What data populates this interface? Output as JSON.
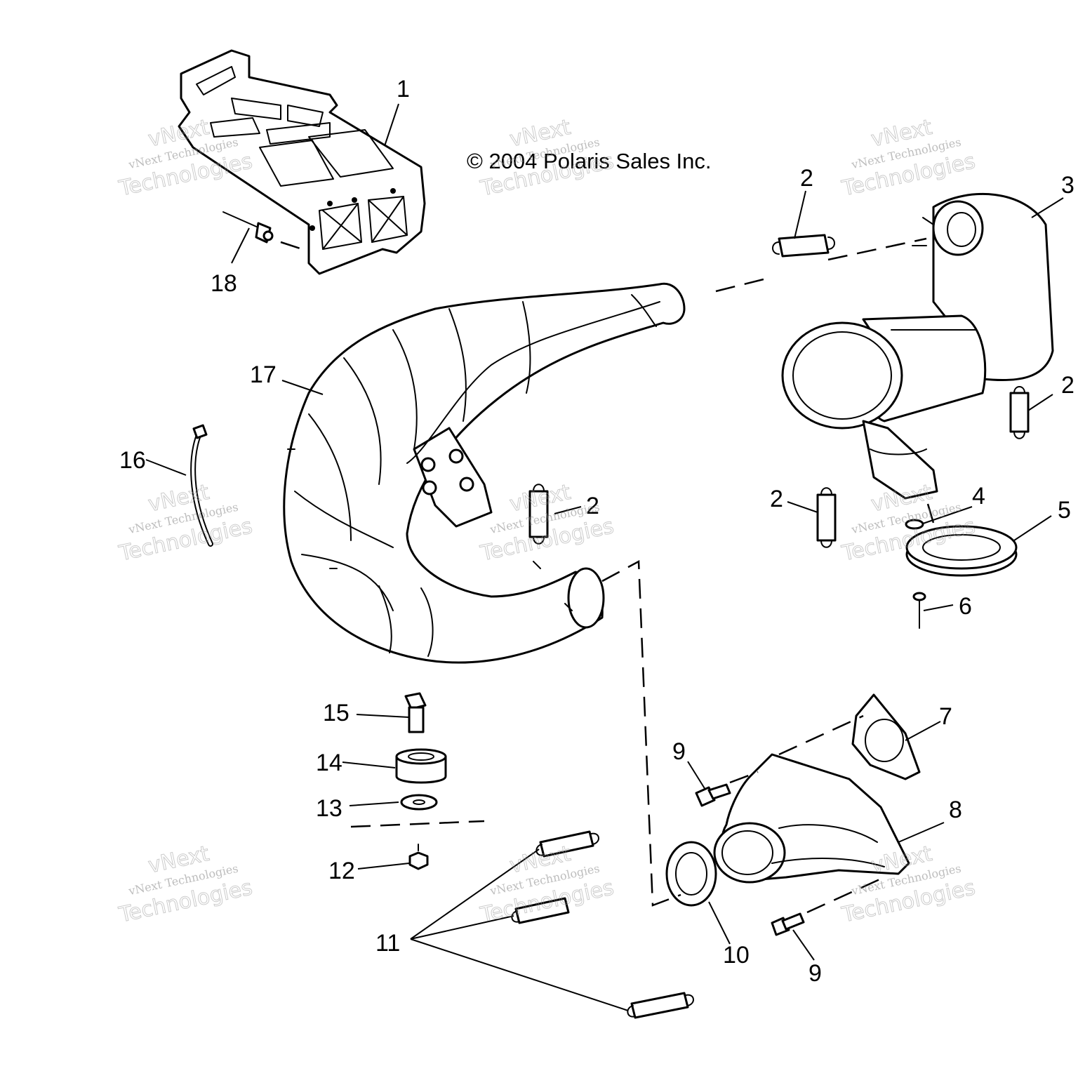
{
  "copyright": "© 2004 Polaris Sales Inc.",
  "watermark": {
    "line1": "vNext",
    "line2": "vNext Technologies",
    "line3": "Technologies"
  },
  "callouts": {
    "c1": "1",
    "c2a": "2",
    "c2b": "2",
    "c2c": "2",
    "c2d": "2",
    "c3": "3",
    "c4": "4",
    "c5": "5",
    "c6": "6",
    "c7": "7",
    "c8": "8",
    "c9a": "9",
    "c9b": "9",
    "c10": "10",
    "c11": "11",
    "c12": "12",
    "c13": "13",
    "c14": "14",
    "c15": "15",
    "c16": "16",
    "c17": "17",
    "c18": "18"
  }
}
